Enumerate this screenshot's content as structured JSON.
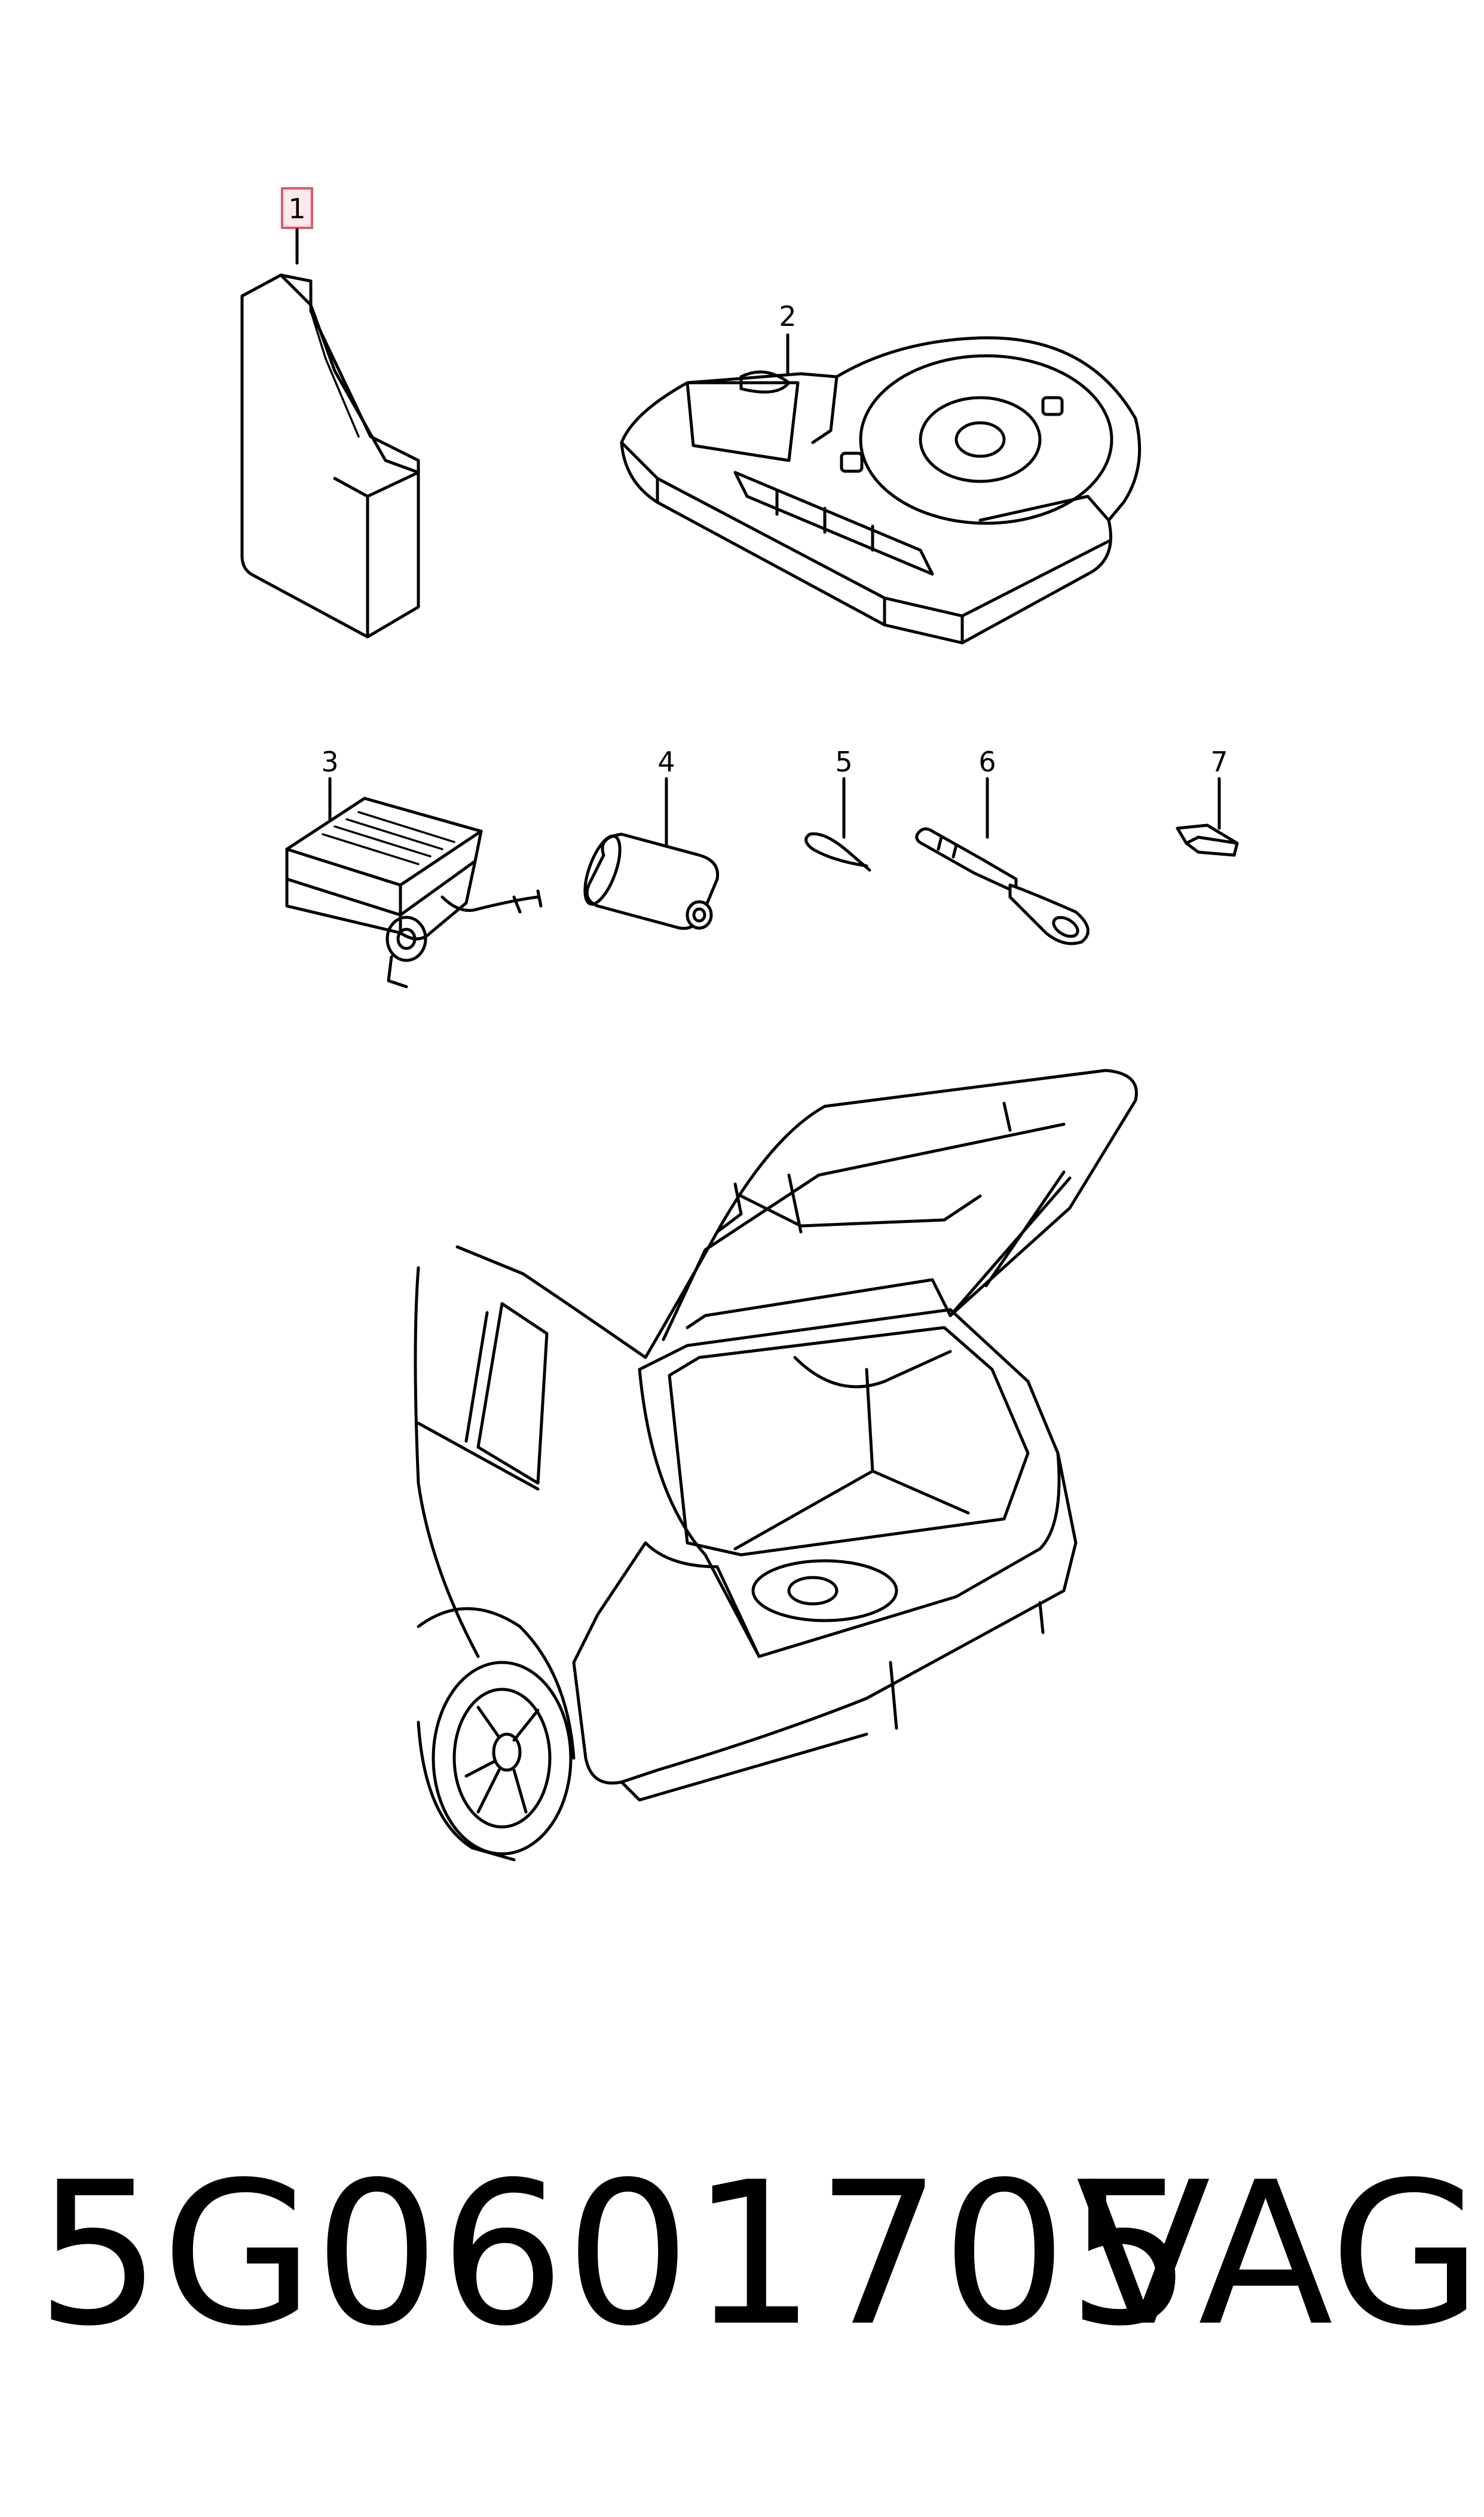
{
  "callouts": [
    {
      "id": "1",
      "label": "1",
      "highlighted": true,
      "highlight_color": "#e0566b"
    },
    {
      "id": "2",
      "label": "2"
    },
    {
      "id": "3",
      "label": "3"
    },
    {
      "id": "4",
      "label": "4"
    },
    {
      "id": "5",
      "label": "5"
    },
    {
      "id": "6",
      "label": "6"
    },
    {
      "id": "7",
      "label": "7"
    }
  ],
  "caption": {
    "part_number": "5G0601705",
    "brand": "VAG"
  }
}
